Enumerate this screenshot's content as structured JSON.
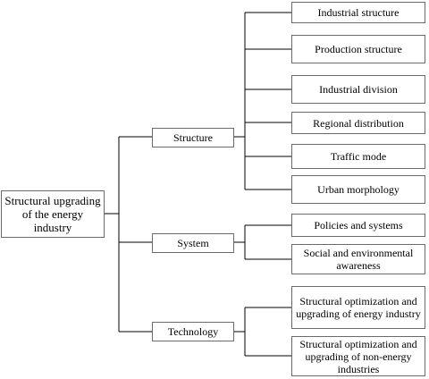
{
  "root": {
    "label": "Structural upgrading of the energy industry"
  },
  "branches": [
    {
      "label": "Structure",
      "children": [
        "Industrial structure",
        "Production structure",
        "Industrial division",
        "Regional distribution",
        "Traffic mode",
        "Urban morphology"
      ]
    },
    {
      "label": "System",
      "children": [
        "Policies and systems",
        "Social and environmental awareness"
      ]
    },
    {
      "label": "Technology",
      "children": [
        "Structural optimization and upgrading of energy industry",
        "Structural optimization and upgrading of non-energy industries"
      ]
    }
  ]
}
